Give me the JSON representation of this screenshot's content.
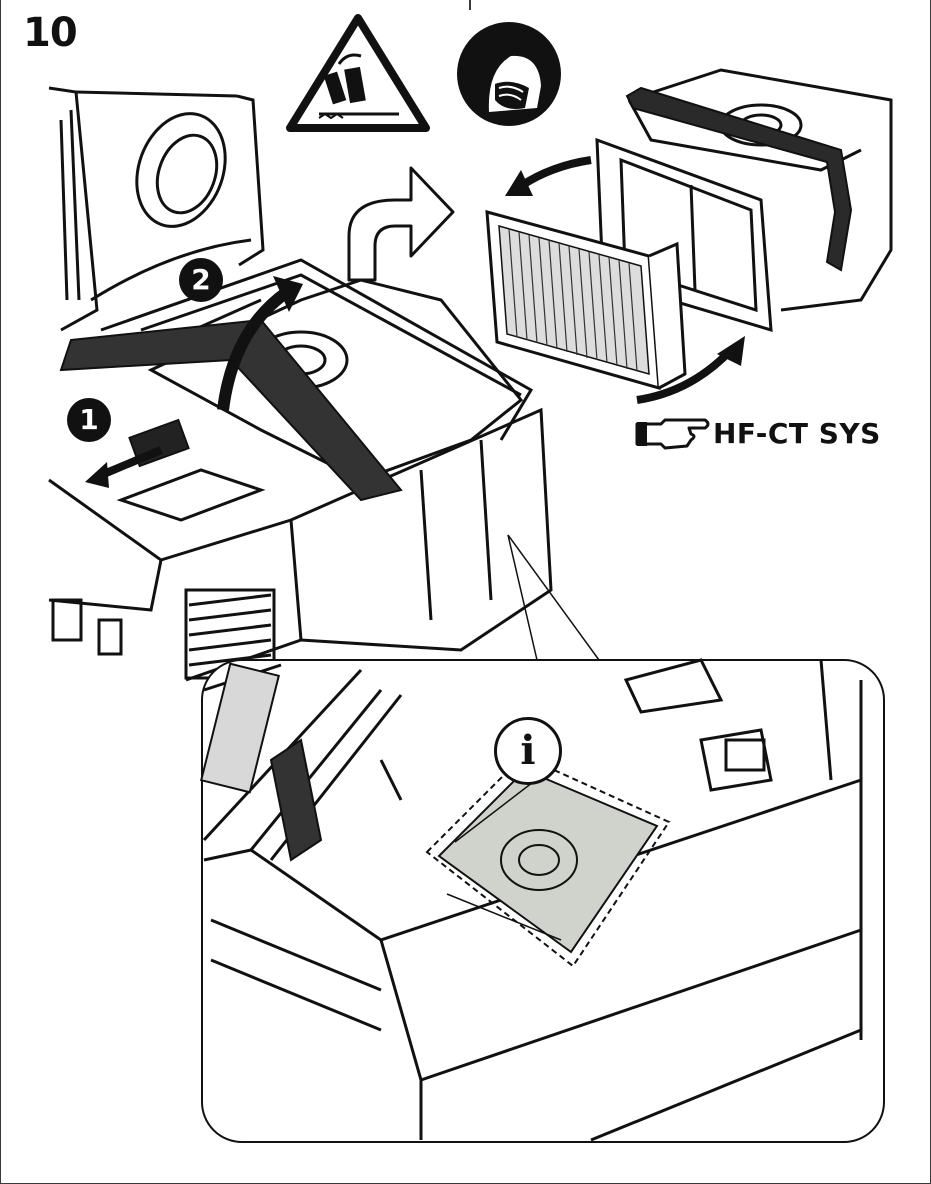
{
  "step": {
    "number": "10"
  },
  "warnings": [
    {
      "icon": "crush-hazard-warning-icon"
    },
    {
      "icon": "wear-dust-mask-icon"
    }
  ],
  "callouts": [
    {
      "label": "1",
      "action": "slide-release-latch"
    },
    {
      "label": "2",
      "action": "lift-cover"
    }
  ],
  "info_marker": {
    "label": "i"
  },
  "reference": {
    "icon": "pointing-hand-icon",
    "text": "HF-CT SYS"
  },
  "colors": {
    "line": "#111111",
    "highlight_bag": "#cfd3cc",
    "background": "#ffffff"
  }
}
